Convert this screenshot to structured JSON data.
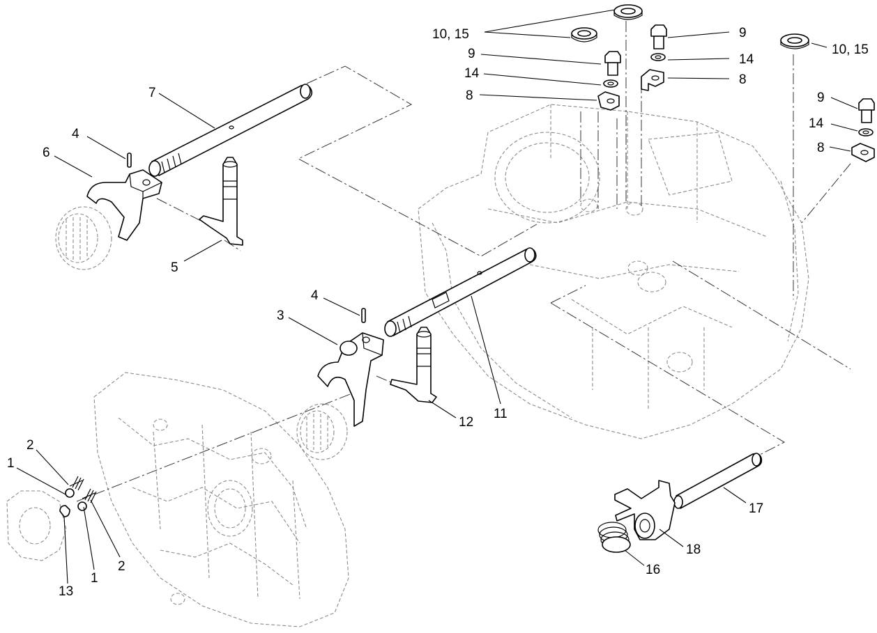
{
  "callouts": {
    "c1a": "1",
    "c1b": "1",
    "c2a": "2",
    "c2b": "2",
    "c3": "3",
    "c4a": "4",
    "c4b": "4",
    "c5": "5",
    "c6": "6",
    "c7": "7",
    "c8a": "8",
    "c8b": "8",
    "c8c": "8",
    "c9a": "9",
    "c9b": "9",
    "c9c": "9",
    "c1015a": "10, 15",
    "c1015b": "10, 15",
    "c11": "11",
    "c12": "12",
    "c13": "13",
    "c14a": "14",
    "c14b": "14",
    "c14c": "14",
    "c16": "16",
    "c17": "17",
    "c18": "18"
  },
  "colors": {
    "line": "#000000",
    "ghost_line": "#8a8a8a",
    "background": "#ffffff"
  }
}
